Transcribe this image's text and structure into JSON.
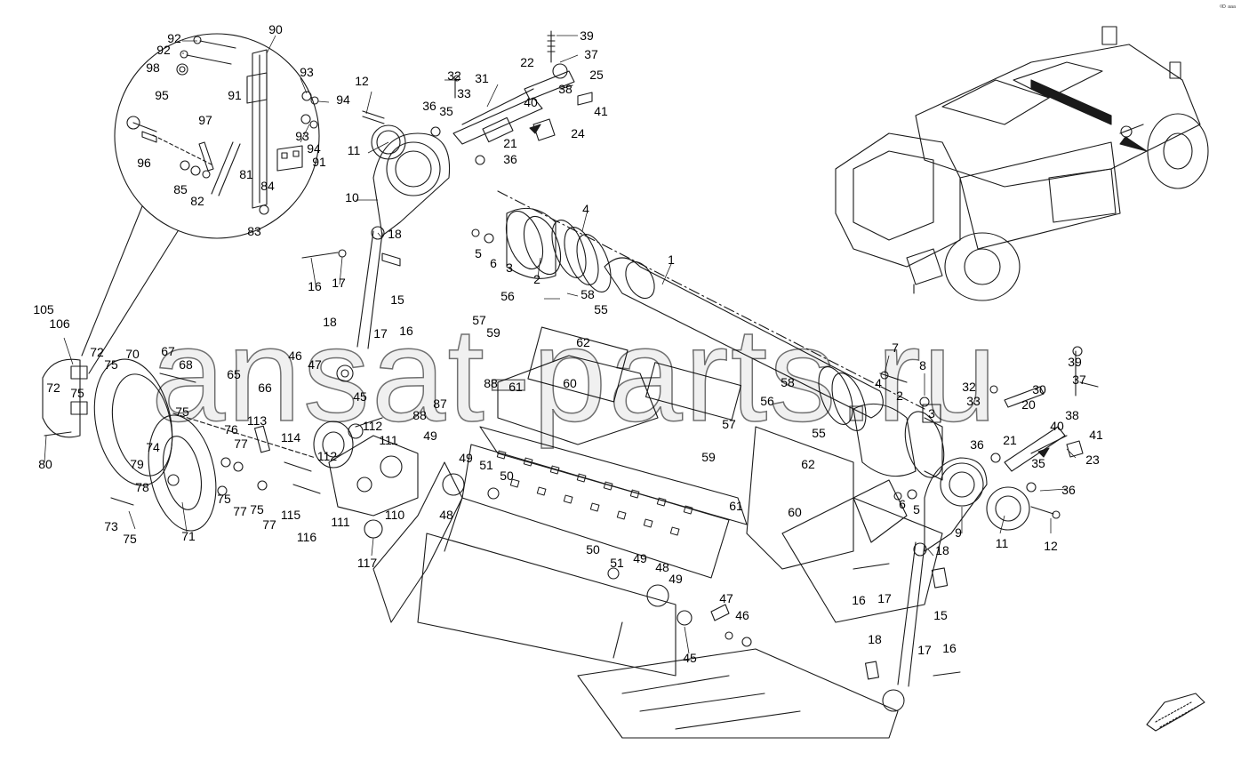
{
  "corner_tag": "⁰ᴰ ᵃᵃᵃ",
  "watermark": "ansat-parts.ru",
  "callouts": [
    {
      "text": "90"
    },
    {
      "text": "92"
    },
    {
      "text": "92"
    },
    {
      "text": "98"
    },
    {
      "text": "95"
    },
    {
      "text": "93"
    },
    {
      "text": "94"
    },
    {
      "text": "91"
    },
    {
      "text": "93"
    },
    {
      "text": "94"
    },
    {
      "text": "91"
    },
    {
      "text": "97"
    },
    {
      "text": "96"
    },
    {
      "text": "81"
    },
    {
      "text": "84"
    },
    {
      "text": "85"
    },
    {
      "text": "82"
    },
    {
      "text": "83"
    },
    {
      "text": "12"
    },
    {
      "text": "11"
    },
    {
      "text": "10"
    },
    {
      "text": "18"
    },
    {
      "text": "16"
    },
    {
      "text": "17"
    },
    {
      "text": "15"
    },
    {
      "text": "39"
    },
    {
      "text": "37"
    },
    {
      "text": "32"
    },
    {
      "text": "31"
    },
    {
      "text": "22"
    },
    {
      "text": "25"
    },
    {
      "text": "33"
    },
    {
      "text": "38"
    },
    {
      "text": "36"
    },
    {
      "text": "35"
    },
    {
      "text": "40"
    },
    {
      "text": "41"
    },
    {
      "text": "21"
    },
    {
      "text": "24"
    },
    {
      "text": "36"
    },
    {
      "text": "4"
    },
    {
      "text": "5"
    },
    {
      "text": "6"
    },
    {
      "text": "3"
    },
    {
      "text": "2"
    },
    {
      "text": "1"
    },
    {
      "text": "56"
    },
    {
      "text": "58"
    },
    {
      "text": "57"
    },
    {
      "text": "55"
    },
    {
      "text": "59"
    },
    {
      "text": "62"
    },
    {
      "text": "61"
    },
    {
      "text": "60"
    },
    {
      "text": "88"
    },
    {
      "text": "87"
    },
    {
      "text": "88"
    },
    {
      "text": "105"
    },
    {
      "text": "106"
    },
    {
      "text": "72"
    },
    {
      "text": "75"
    },
    {
      "text": "70"
    },
    {
      "text": "67"
    },
    {
      "text": "68"
    },
    {
      "text": "65"
    },
    {
      "text": "66"
    },
    {
      "text": "72"
    },
    {
      "text": "75"
    },
    {
      "text": "75"
    },
    {
      "text": "76"
    },
    {
      "text": "113"
    },
    {
      "text": "80"
    },
    {
      "text": "74"
    },
    {
      "text": "79"
    },
    {
      "text": "78"
    },
    {
      "text": "77"
    },
    {
      "text": "75"
    },
    {
      "text": "77"
    },
    {
      "text": "75"
    },
    {
      "text": "77"
    },
    {
      "text": "73"
    },
    {
      "text": "75"
    },
    {
      "text": "71"
    },
    {
      "text": "18"
    },
    {
      "text": "17"
    },
    {
      "text": "16"
    },
    {
      "text": "46"
    },
    {
      "text": "47"
    },
    {
      "text": "45"
    },
    {
      "text": "112"
    },
    {
      "text": "111"
    },
    {
      "text": "114"
    },
    {
      "text": "112"
    },
    {
      "text": "115"
    },
    {
      "text": "116"
    },
    {
      "text": "111"
    },
    {
      "text": "110"
    },
    {
      "text": "117"
    },
    {
      "text": "49"
    },
    {
      "text": "49"
    },
    {
      "text": "51"
    },
    {
      "text": "50"
    },
    {
      "text": "48"
    },
    {
      "text": "50"
    },
    {
      "text": "51"
    },
    {
      "text": "49"
    },
    {
      "text": "48"
    },
    {
      "text": "49"
    },
    {
      "text": "47"
    },
    {
      "text": "46"
    },
    {
      "text": "45"
    },
    {
      "text": "7"
    },
    {
      "text": "8"
    },
    {
      "text": "58"
    },
    {
      "text": "4"
    },
    {
      "text": "2"
    },
    {
      "text": "3"
    },
    {
      "text": "56"
    },
    {
      "text": "57"
    },
    {
      "text": "55"
    },
    {
      "text": "59"
    },
    {
      "text": "62"
    },
    {
      "text": "61"
    },
    {
      "text": "60"
    },
    {
      "text": "6"
    },
    {
      "text": "5"
    },
    {
      "text": "39"
    },
    {
      "text": "32"
    },
    {
      "text": "37"
    },
    {
      "text": "30"
    },
    {
      "text": "33"
    },
    {
      "text": "20"
    },
    {
      "text": "38"
    },
    {
      "text": "40"
    },
    {
      "text": "41"
    },
    {
      "text": "21"
    },
    {
      "text": "36"
    },
    {
      "text": "35"
    },
    {
      "text": "23"
    },
    {
      "text": "36"
    },
    {
      "text": "9"
    },
    {
      "text": "11"
    },
    {
      "text": "12"
    },
    {
      "text": "18"
    },
    {
      "text": "16"
    },
    {
      "text": "17"
    },
    {
      "text": "15"
    },
    {
      "text": "18"
    },
    {
      "text": "17"
    },
    {
      "text": "16"
    }
  ]
}
